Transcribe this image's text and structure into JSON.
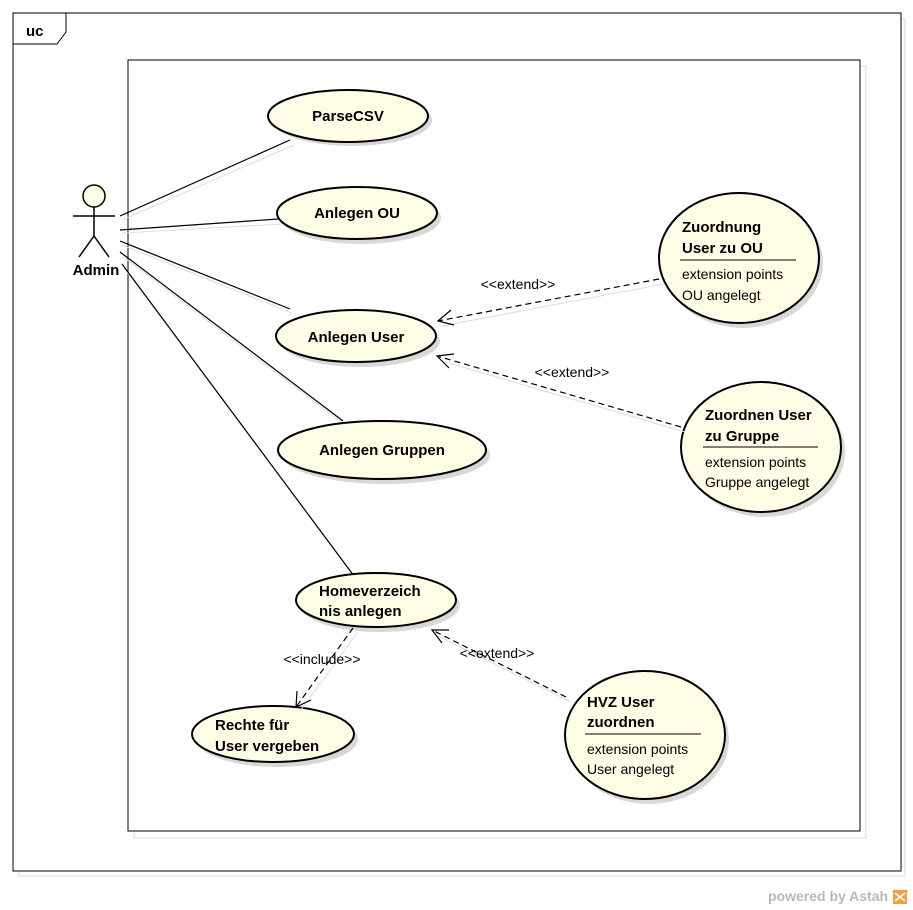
{
  "frame": {
    "label": "uc"
  },
  "actor": {
    "name": "Admin"
  },
  "use_cases": [
    {
      "id": "parsecsv",
      "lines": [
        "ParseCSV"
      ]
    },
    {
      "id": "anlegen-ou",
      "lines": [
        "Anlegen OU"
      ]
    },
    {
      "id": "anlegen-user",
      "lines": [
        "Anlegen User"
      ]
    },
    {
      "id": "anlegen-gruppen",
      "lines": [
        "Anlegen Gruppen"
      ]
    },
    {
      "id": "homeverzeichnis",
      "lines": [
        "Homeverzeich",
        "nis anlegen"
      ]
    },
    {
      "id": "rechte",
      "lines": [
        "Rechte für",
        "User vergeben"
      ]
    },
    {
      "id": "zuordnung-ou",
      "lines": [
        "Zuordnung",
        "User zu OU"
      ],
      "extension_points_label": "extension points",
      "extension_points": [
        "OU angelegt"
      ]
    },
    {
      "id": "zuordnen-gruppe",
      "lines": [
        "Zuordnen User",
        "zu Gruppe"
      ],
      "extension_points_label": "extension points",
      "extension_points": [
        "Gruppe angelegt"
      ]
    },
    {
      "id": "hvz-user",
      "lines": [
        "HVZ User",
        "zuordnen"
      ],
      "extension_points_label": "extension points",
      "extension_points": [
        "User angelegt"
      ]
    }
  ],
  "relations": [
    {
      "type": "extend",
      "label": "<<extend>>",
      "from": "zuordnung-ou",
      "to": "anlegen-user"
    },
    {
      "type": "extend",
      "label": "<<extend>>",
      "from": "zuordnen-gruppe",
      "to": "anlegen-user"
    },
    {
      "type": "include",
      "label": "<<include>>",
      "from": "homeverzeichnis",
      "to": "rechte"
    },
    {
      "type": "extend",
      "label": "<<extend>>",
      "from": "hvz-user",
      "to": "homeverzeichnis"
    }
  ],
  "associations": [
    "parsecsv",
    "anlegen-ou",
    "anlegen-user",
    "anlegen-gruppen",
    "homeverzeichnis"
  ],
  "watermark": "powered by Astah",
  "colors": {
    "usecase_fill": "#fefee6",
    "stroke": "#000000",
    "shadow": "#cccccc",
    "watermark": "#b9b9b9",
    "logo": "#f0a040"
  }
}
